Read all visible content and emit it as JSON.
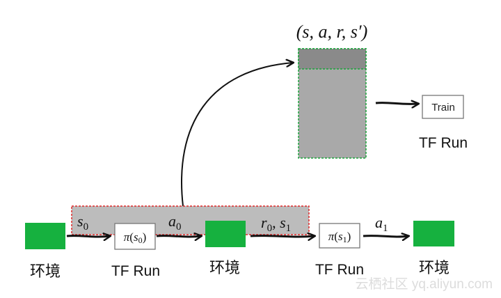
{
  "buffer": {
    "tuple_label": "(s, a, r, s′)",
    "colors": {
      "fill": "#a9a9a9",
      "header_fill": "#8a8a8a",
      "border": "#1aa33a"
    }
  },
  "train": {
    "box_label": "Train",
    "caption": "TF Run"
  },
  "pipeline": {
    "env1_caption": "环境",
    "env2_caption": "环境",
    "env3_caption": "环境",
    "policy1_label": "π(s0)",
    "policy2_label": "π(s1)",
    "run1_caption": "TF Run",
    "run2_caption": "TF Run",
    "edge_s0": "s0",
    "edge_a0": "a0",
    "edge_r0_s1": "r0, s1",
    "edge_a1": "a1"
  },
  "colors": {
    "env_green": "#16b13f",
    "region_fill": "#bcbcbc",
    "region_border": "#e02a2a",
    "arrow": "#111111"
  },
  "watermark": "云栖社区 yq.aliyun.com"
}
